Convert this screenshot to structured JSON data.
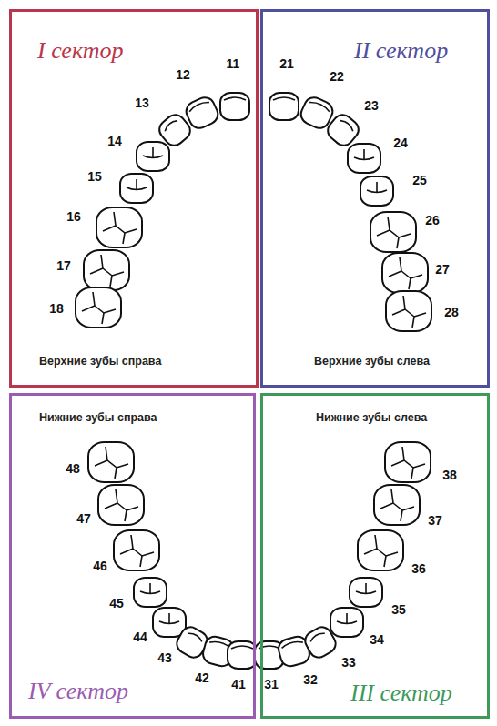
{
  "diagram": {
    "nodes": [
      {
        "text": [
          "I сектор",
          "Верхние зубы справа"
        ]
      },
      {
        "text": [
          "II сектор",
          "Верхние зубы слева"
        ]
      },
      {
        "text": [
          "Нижние зубы справа",
          "IV сектор"
        ]
      },
      {
        "text": [
          "Нижние зубы слева",
          "III сектор"
        ]
      }
    ],
    "labels": [
      "11",
      "12",
      "13",
      "14",
      "15",
      "16",
      "17",
      "18",
      "21",
      "22",
      "23",
      "24",
      "25",
      "26",
      "27",
      "28",
      "48",
      "47",
      "46",
      "45",
      "44",
      "43",
      "42",
      "41",
      "31",
      "32",
      "33",
      "34",
      "35",
      "36",
      "37",
      "38"
    ]
  }
}
